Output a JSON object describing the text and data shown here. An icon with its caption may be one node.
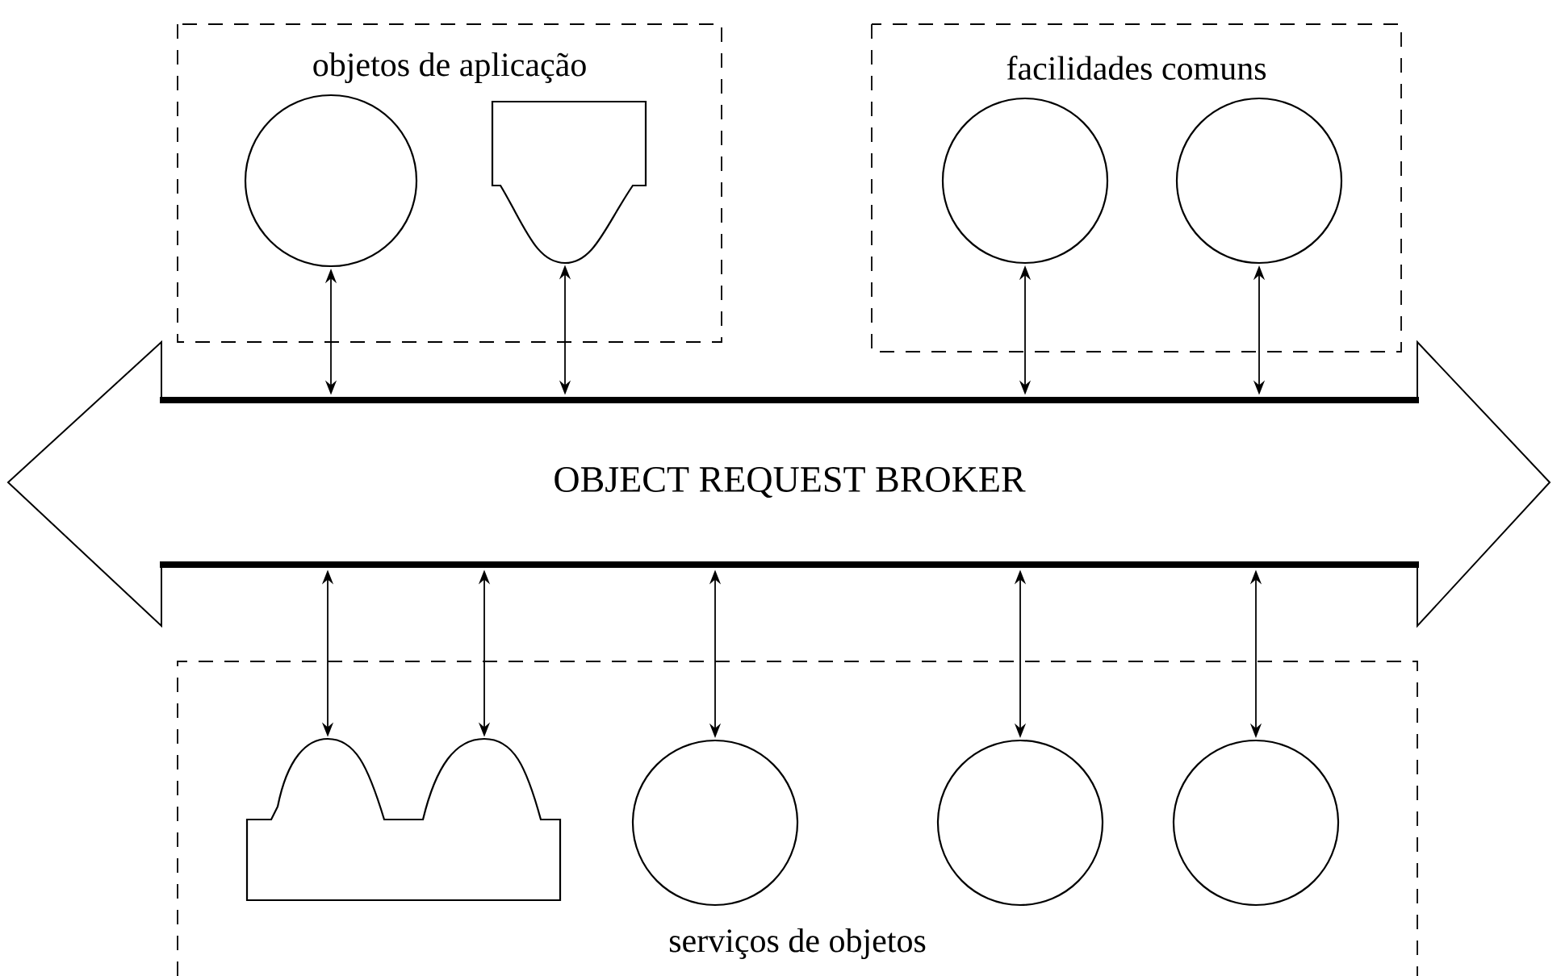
{
  "diagram": {
    "nodes": [
      {
        "text": [
          "objetos de aplicação"
        ]
      },
      {
        "text": [],
        "shape": "circle",
        "in": 0
      },
      {
        "text": [],
        "shape": "plug",
        "in": 0
      },
      {
        "text": [
          "facilidades comuns"
        ]
      },
      {
        "text": [],
        "shape": "circle",
        "in": 3
      },
      {
        "text": [],
        "shape": "circle",
        "in": 3
      },
      {
        "text": [
          "OBJECT REQUEST BROKER"
        ]
      },
      {
        "text": [
          "serviços de objetos"
        ]
      },
      {
        "text": [],
        "shape": "box",
        "in": 7
      },
      {
        "text": [],
        "shape": "circle",
        "in": 7
      },
      {
        "text": [],
        "shape": "circle",
        "in": 7
      },
      {
        "text": [],
        "shape": "circle",
        "in": 7
      }
    ],
    "edges": [
      {
        "from": 1,
        "to": 6,
        "arrow": "both"
      },
      {
        "from": 2,
        "to": 6,
        "arrow": "both"
      },
      {
        "from": 4,
        "to": 6,
        "arrow": "both"
      },
      {
        "from": 5,
        "to": 6,
        "arrow": "both"
      },
      {
        "from": 6,
        "to": 8,
        "arrow": "both"
      },
      {
        "from": 6,
        "to": 8,
        "arrow": "both"
      },
      {
        "from": 6,
        "to": 9,
        "arrow": "both"
      },
      {
        "from": 6,
        "to": 10,
        "arrow": "both"
      },
      {
        "from": 6,
        "to": 11,
        "arrow": "both"
      }
    ]
  }
}
